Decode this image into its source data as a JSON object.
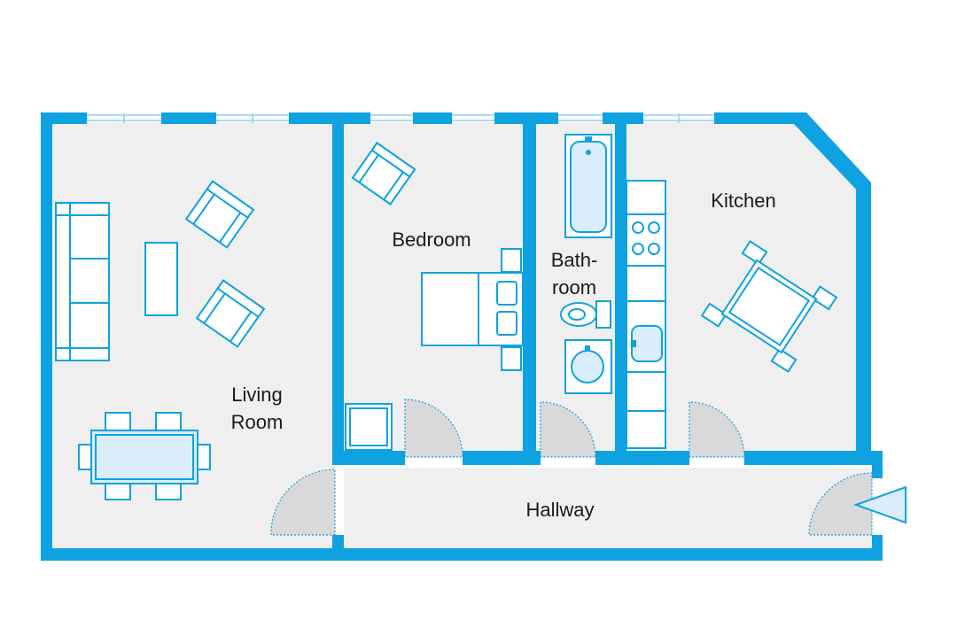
{
  "rooms": {
    "living_room": {
      "line1": "Living",
      "line2": "Room"
    },
    "bedroom": {
      "label": "Bedroom"
    },
    "bathroom": {
      "line1": "Bath-",
      "line2": "room"
    },
    "kitchen": {
      "label": "Kitchen"
    },
    "hallway": {
      "label": "Hallway"
    }
  },
  "colors": {
    "wall": "#0ea2e0",
    "floor": "#efefef",
    "furniture_fill": "#ffffff",
    "glass_fill": "#d9eefa",
    "door_swing": "#d9d9d9"
  },
  "icons": {
    "entrance": "entrance-arrow-icon"
  }
}
